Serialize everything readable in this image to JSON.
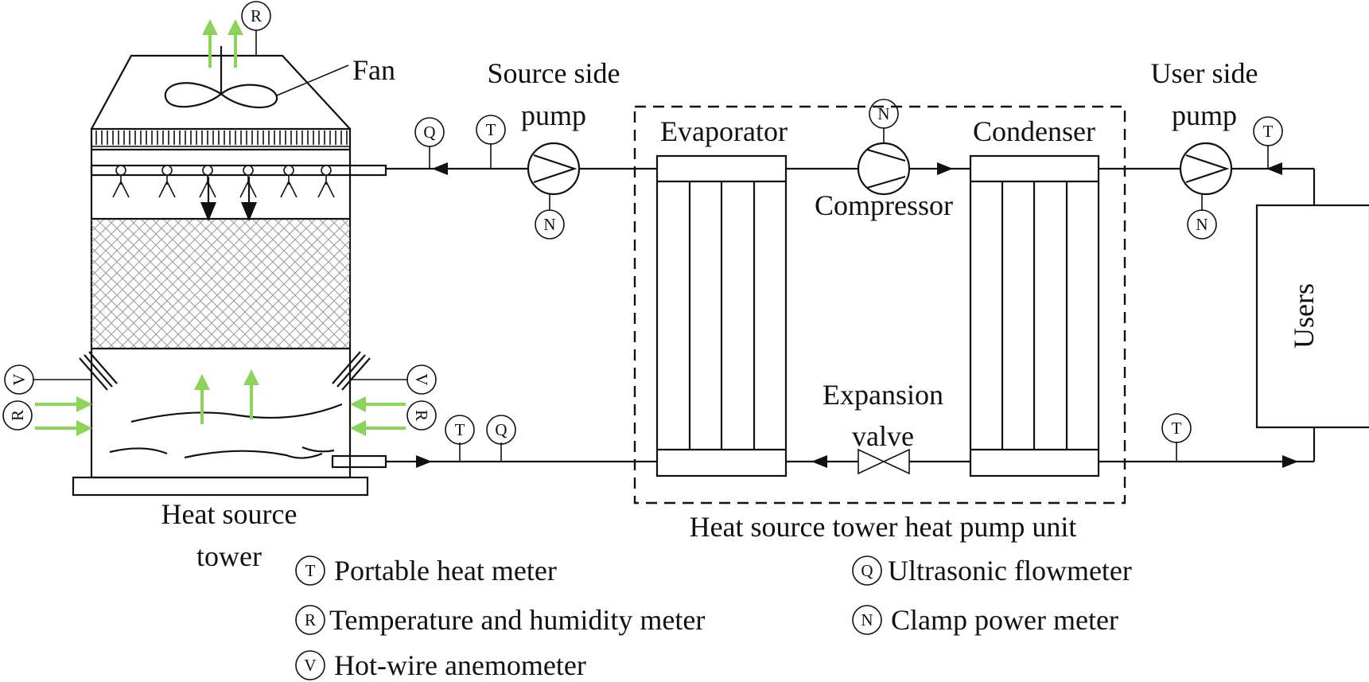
{
  "labels": {
    "fan": "Fan",
    "source_pump": [
      "Source side",
      "pump"
    ],
    "evaporator": "Evaporator",
    "condenser": "Condenser",
    "compressor": "Compressor",
    "user_pump": [
      "User side",
      "pump"
    ],
    "users": "Users",
    "expansion_valve": [
      "Expansion",
      "valve"
    ],
    "tower": [
      "Heat source",
      "tower"
    ],
    "unit": "Heat source tower heat pump unit"
  },
  "symbols": {
    "T": "T",
    "Q": "Q",
    "N": "N",
    "R": "R",
    "V": "V"
  },
  "legend": [
    {
      "symbol": "T",
      "text": "Portable heat meter"
    },
    {
      "symbol": "R",
      "text": "Temperature and humidity meter"
    },
    {
      "symbol": "V",
      "text": "Hot-wire anemometer"
    },
    {
      "symbol": "Q",
      "text": "Ultrasonic flowmeter"
    },
    {
      "symbol": "N",
      "text": "Clamp power meter"
    }
  ],
  "colors": {
    "air_arrow": "#8cd35a",
    "line": "#111111"
  }
}
